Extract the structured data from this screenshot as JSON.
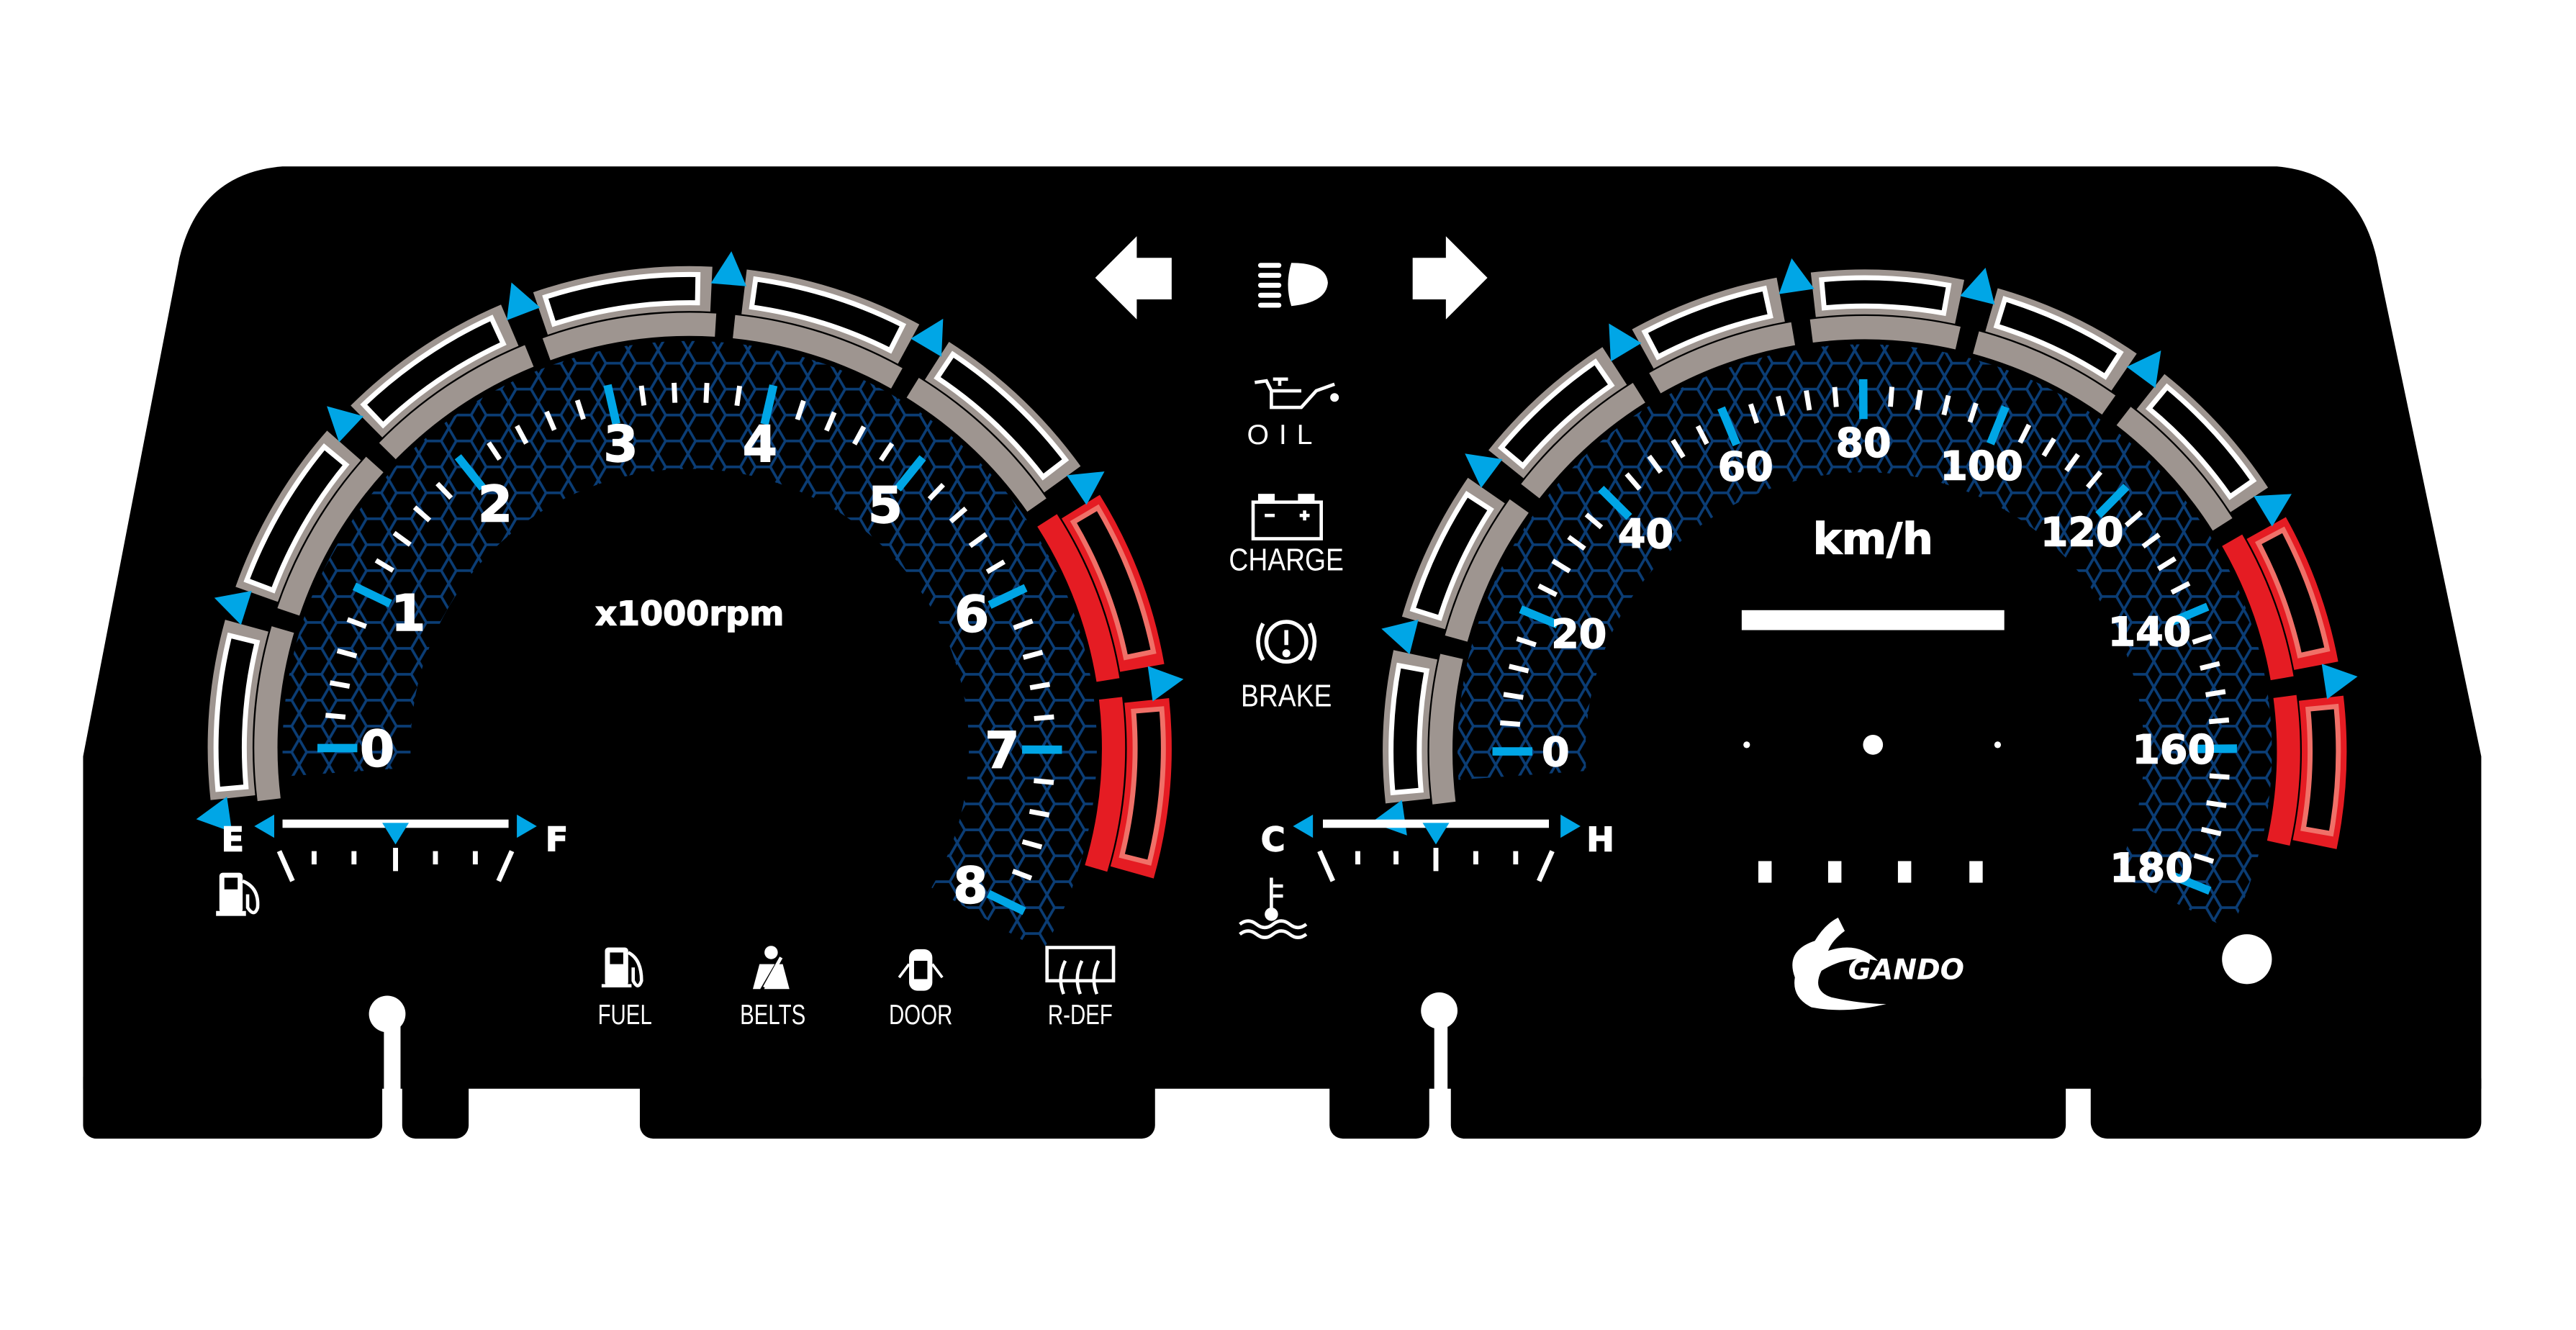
{
  "colors": {
    "panel": "#000000",
    "accent_blue": "#00a6e6",
    "ring_grey": "#9e9590",
    "redline": "#e51c23",
    "redline_outline": "#f07068",
    "hex": "#0b3d75",
    "text": "#ffffff"
  },
  "tachometer": {
    "labels": [
      "0",
      "1",
      "2",
      "3",
      "4",
      "5",
      "6",
      "7",
      "8"
    ],
    "unit": "x1000rpm",
    "redline_from": 6
  },
  "speedometer": {
    "labels": [
      "0",
      "20",
      "40",
      "60",
      "80",
      "100",
      "120",
      "140",
      "160",
      "180"
    ],
    "unit": "km/h",
    "redline_from": 7
  },
  "fuel_gauge": {
    "empty": "E",
    "full": "F",
    "icon": "fuel-pump-icon"
  },
  "temp_gauge": {
    "cold": "C",
    "hot": "H",
    "icon": "coolant-temp-icon"
  },
  "indicators": {
    "left_turn": "arrow-left-icon",
    "high_beam": "high-beam-icon",
    "right_turn": "arrow-right-icon",
    "oil": "OIL",
    "charge": "CHARGE",
    "brake": "BRAKE",
    "fuel": "FUEL",
    "belts": "BELTS",
    "door": "DOOR",
    "rdef": "R-DEF"
  },
  "logo": {
    "text": "GANDO"
  }
}
